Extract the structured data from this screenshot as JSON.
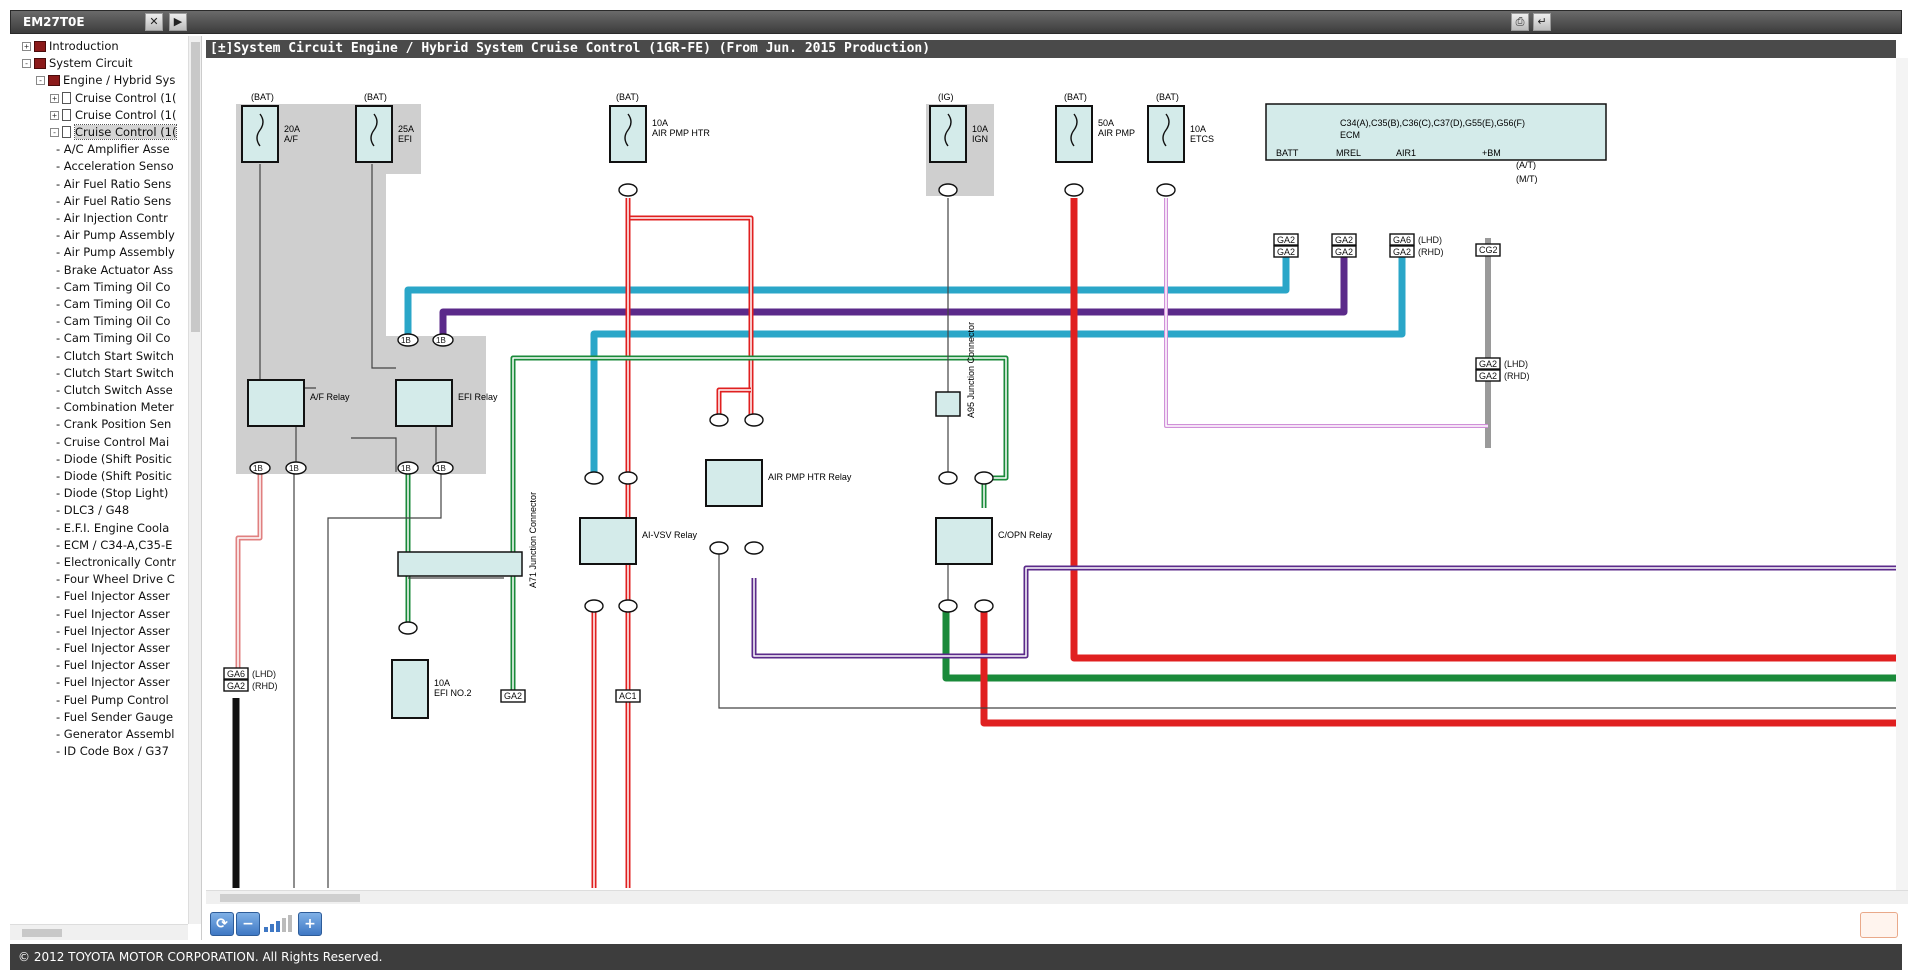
{
  "header": {
    "doc_id": "EM27T0E",
    "close_glyph": "✕",
    "expand_glyph": "▶",
    "print_glyph": "⎙",
    "exit_glyph": "↵"
  },
  "sidebar": {
    "items": [
      {
        "label": "Introduction",
        "toggle": "+",
        "icon": "book-icon"
      },
      {
        "label": "System Circuit",
        "toggle": "-",
        "icon": "book-icon"
      },
      {
        "label": "Engine / Hybrid Sys",
        "toggle": "-",
        "icon": "book-icon"
      },
      {
        "label": "Cruise Control (1(",
        "toggle": "+",
        "icon": "page-icon"
      },
      {
        "label": "Cruise Control (1(",
        "toggle": "+",
        "icon": "page-icon"
      },
      {
        "label": "Cruise Control (1(",
        "toggle": "-",
        "icon": "page-icon"
      },
      {
        "label": "- A/C Amplifier Asse"
      },
      {
        "label": "- Acceleration Senso"
      },
      {
        "label": "- Air Fuel Ratio Sens"
      },
      {
        "label": "- Air Fuel Ratio Sens"
      },
      {
        "label": "- Air Injection Contr"
      },
      {
        "label": "- Air Pump Assembly"
      },
      {
        "label": "- Air Pump Assembly"
      },
      {
        "label": "- Brake Actuator Ass"
      },
      {
        "label": "- Cam Timing Oil Co"
      },
      {
        "label": "- Cam Timing Oil Co"
      },
      {
        "label": "- Cam Timing Oil Co"
      },
      {
        "label": "- Cam Timing Oil Co"
      },
      {
        "label": "- Clutch Start Switch"
      },
      {
        "label": "- Clutch Start Switch"
      },
      {
        "label": "- Clutch Switch Asse"
      },
      {
        "label": "- Combination Meter"
      },
      {
        "label": "- Crank Position Sen"
      },
      {
        "label": "- Cruise Control Mai"
      },
      {
        "label": "- Diode (Shift Positic"
      },
      {
        "label": "- Diode (Shift Positic"
      },
      {
        "label": "- Diode (Stop Light)"
      },
      {
        "label": "- DLC3 / G48"
      },
      {
        "label": "- E.F.I. Engine Coola"
      },
      {
        "label": "- ECM / C34-A,C35-E"
      },
      {
        "label": "- Electronically Contr"
      },
      {
        "label": "- Four Wheel Drive C"
      },
      {
        "label": "- Fuel Injector Asser"
      },
      {
        "label": "- Fuel Injector Asser"
      },
      {
        "label": "- Fuel Injector Asser"
      },
      {
        "label": "- Fuel Injector Asser"
      },
      {
        "label": "- Fuel Injector Asser"
      },
      {
        "label": "- Fuel Injector Asser"
      },
      {
        "label": "- Fuel Pump Control"
      },
      {
        "label": "- Fuel Sender Gauge"
      },
      {
        "label": "- Generator Assembl"
      },
      {
        "label": "- ID Code Box / G37"
      }
    ]
  },
  "diagram": {
    "title": "[±]System Circuit  Engine / Hybrid System  Cruise Control (1GR-FE) (From Jun. 2015 Production)",
    "fuses": [
      {
        "source": "(BAT)",
        "rating": "20A",
        "name": "A/F"
      },
      {
        "source": "(BAT)",
        "rating": "25A",
        "name": "EFI"
      },
      {
        "source": "(BAT)",
        "rating": "10A",
        "name": "AIR PMP HTR"
      },
      {
        "source": "(IG)",
        "rating": "10A",
        "name": "IGN"
      },
      {
        "source": "(BAT)",
        "rating": "50A",
        "name": "AIR PMP"
      },
      {
        "source": "(BAT)",
        "rating": "10A",
        "name": "ETCS"
      }
    ],
    "relays": [
      "A/F Relay",
      "EFI Relay",
      "AI-VSV Relay",
      "AIR PMP HTR Relay",
      "C/OPN Relay"
    ],
    "junctions": [
      "A71 Junction Connector",
      "A95 Junction Connector"
    ],
    "ecm": {
      "label1": "C34(A),C35(B),C36(C),C37(D),G55(E),G56(F)",
      "label2": "ECM",
      "pins": [
        "BATT",
        "MREL",
        "AIR1",
        "+BM"
      ]
    },
    "connectors": {
      "lhd": "(LHD)",
      "rhd": "(RHD)",
      "at": "(A/T)",
      "mt": "(M/T)",
      "ga2": "GA2",
      "ga6": "GA6",
      "cg2": "CG2",
      "ac1": "AC1",
      "b1": "1B",
      "efi2_rating": "10A",
      "efi2_name": "EFI NO.2"
    },
    "wire_colors": {
      "L": "#2aa6c8",
      "V": "#5b2a8a",
      "R": "#e02020",
      "G": "#1a8a3a",
      "W": "#ffffff",
      "B": "#111111",
      "P": "#e07ad0",
      "GR": "#9a9a9a"
    }
  },
  "footer": {
    "copyright": "© 2012 TOYOTA MOTOR CORPORATION. All Rights Reserved."
  }
}
